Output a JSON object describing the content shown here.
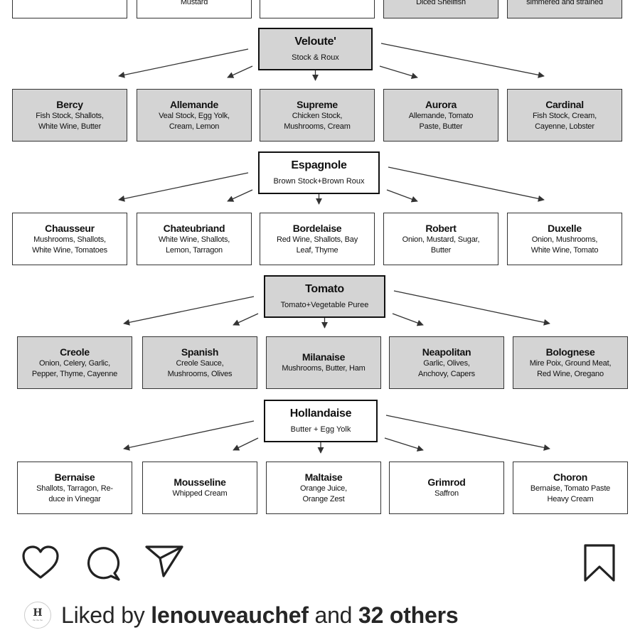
{
  "top_row": [
    {
      "desc": "Mustard",
      "fill": "white"
    },
    {
      "desc": "",
      "fill": "white"
    },
    {
      "desc": "Diced Shellfish",
      "fill": "gray"
    },
    {
      "desc": "simmered and strained",
      "fill": "gray"
    }
  ],
  "families": [
    {
      "title": "Veloute'",
      "subtitle": "Stock & Roux",
      "fill": "gray",
      "children": [
        {
          "title": "Bercy",
          "desc": [
            "Fish Stock, Shallots,",
            "White Wine, Butter"
          ]
        },
        {
          "title": "Allemande",
          "desc": [
            "Veal Stock, Egg Yolk,",
            "Cream, Lemon"
          ]
        },
        {
          "title": "Supreme",
          "desc": [
            "Chicken Stock,",
            "Mushrooms, Cream"
          ]
        },
        {
          "title": "Aurora",
          "desc": [
            "Allemande, Tomato",
            "Paste, Butter"
          ]
        },
        {
          "title": "Cardinal",
          "desc": [
            "Fish Stock, Cream,",
            "Cayenne, Lobster"
          ]
        }
      ]
    },
    {
      "title": "Espagnole",
      "subtitle": "Brown Stock+Brown Roux",
      "fill": "white",
      "children": [
        {
          "title": "Chausseur",
          "desc": [
            "Mushrooms, Shallots,",
            "White Wine, Tomatoes"
          ]
        },
        {
          "title": "Chateubriand",
          "desc": [
            "White Wine, Shallots,",
            "Lemon, Tarragon"
          ]
        },
        {
          "title": "Bordelaise",
          "desc": [
            "Red Wine, Shallots, Bay",
            "Leaf, Thyme"
          ]
        },
        {
          "title": "Robert",
          "desc": [
            "Onion, Mustard, Sugar,",
            "Butter"
          ]
        },
        {
          "title": "Duxelle",
          "desc": [
            "Onion, Mushrooms,",
            "White Wine, Tomato"
          ]
        }
      ]
    },
    {
      "title": "Tomato",
      "subtitle": "Tomato+Vegetable Puree",
      "fill": "gray",
      "children": [
        {
          "title": "Creole",
          "desc": [
            "Onion, Celery, Garlic,",
            "Pepper, Thyme, Cayenne"
          ]
        },
        {
          "title": "Spanish",
          "desc": [
            "Creole Sauce,",
            "Mushrooms, Olives"
          ]
        },
        {
          "title": "Milanaise",
          "desc": [
            "Mushrooms, Butter, Ham"
          ]
        },
        {
          "title": "Neapolitan",
          "desc": [
            "Garlic, Olives,",
            "Anchovy, Capers"
          ]
        },
        {
          "title": "Bolognese",
          "desc": [
            "Mire Poix, Ground Meat,",
            "Red Wine, Oregano"
          ]
        }
      ]
    },
    {
      "title": "Hollandaise",
      "subtitle": "Butter + Egg Yolk",
      "fill": "white",
      "children": [
        {
          "title": "Bernaise",
          "desc": [
            "Shallots, Tarragon, Re-",
            "duce in Vinegar"
          ]
        },
        {
          "title": "Mousseline",
          "desc": [
            "Whipped Cream"
          ]
        },
        {
          "title": "Maltaise",
          "desc": [
            "Orange Juice,",
            "Orange Zest"
          ]
        },
        {
          "title": "Grimrod",
          "desc": [
            "Saffron"
          ]
        },
        {
          "title": "Choron",
          "desc": [
            "Bernaise, Tomato Paste",
            "Heavy Cream"
          ]
        }
      ]
    }
  ],
  "actions": {
    "like_icon": "heart-icon",
    "comment_icon": "comment-icon",
    "share_icon": "paper-plane-icon",
    "save_icon": "bookmark-icon"
  },
  "likes": {
    "prefix": "Liked by",
    "user": "lenouveauchef",
    "middle": "and",
    "others": "32 others",
    "avatar_letter": "H"
  }
}
